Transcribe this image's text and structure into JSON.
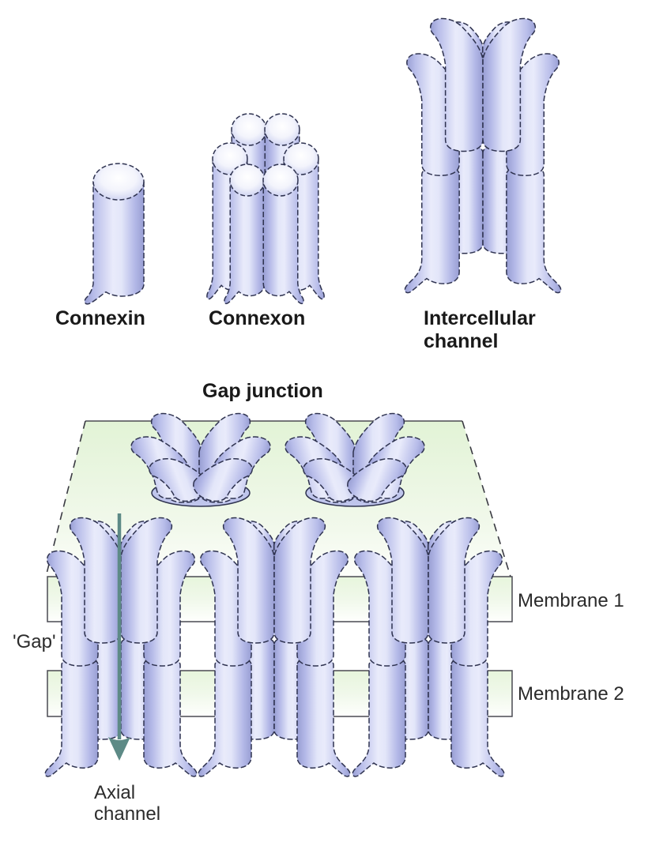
{
  "labels": {
    "connexin": "Connexin",
    "connexon": "Connexon",
    "intercellular": {
      "line1": "Intercellular",
      "line2": "channel"
    },
    "gap_junction": "Gap junction",
    "membrane_1": "Membrane 1",
    "membrane_2": "Membrane 2",
    "gap": "'Gap'",
    "axial": {
      "line1": "Axial",
      "line2": "channel"
    }
  },
  "colors": {
    "cylinder_edge": "#989ed3",
    "cylinder_highlight": "#e9ebfb",
    "ball_fill": "#ffffff",
    "ball_rim": "#c5caee",
    "face_green": "#e2f3d6",
    "membrane_green": "#e7f5dc",
    "outline": "#2f3350",
    "hole_fill": "#bfc5ec",
    "arrow": "#5d8a86",
    "text_bold": "#191919",
    "text_regular": "#2b2b2b",
    "background": "#ffffff"
  },
  "icons": {
    "axial_channel_arrow": "down-arrow"
  }
}
